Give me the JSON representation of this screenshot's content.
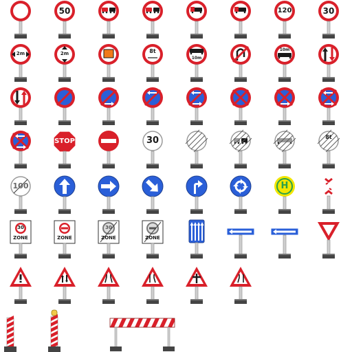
{
  "colors": {
    "red": "#d9202a",
    "blue": "#2a5fd8",
    "white": "#ffffff",
    "black": "#1a1a1a",
    "gray": "#9a9a9a",
    "yellow": "#f2e600",
    "green": "#2aa04a",
    "orange": "#f07a1a"
  },
  "sign_rows": [
    [
      {
        "kind": "no-vehicles-sign"
      },
      {
        "kind": "speed-limit-sign",
        "text": "50"
      },
      {
        "kind": "no-overtaking-sign"
      },
      {
        "kind": "no-overtaking-trucks-sign"
      },
      {
        "kind": "no-trucks-sign"
      },
      {
        "kind": "no-trucks-sign"
      },
      {
        "kind": "speed-limit-sign",
        "text": "120"
      },
      {
        "kind": "speed-limit-sign",
        "text": "30"
      }
    ],
    [
      {
        "kind": "width-limit-sign",
        "text": "2m"
      },
      {
        "kind": "height-limit-sign",
        "text": "2m"
      },
      {
        "kind": "no-dangerous-goods-sign"
      },
      {
        "kind": "weight-limit-sign",
        "text": "8t"
      },
      {
        "kind": "length-limit-sign",
        "text": "10m"
      },
      {
        "kind": "no-u-turn-sign"
      },
      {
        "kind": "length-limit-truck-sign",
        "text": "10m"
      },
      {
        "kind": "priority-oncoming-sign"
      }
    ],
    [
      {
        "kind": "priority-over-oncoming-sign"
      },
      {
        "kind": "no-parking-sign"
      },
      {
        "kind": "no-parking-right-sign"
      },
      {
        "kind": "no-parking-left-sign"
      },
      {
        "kind": "no-parking-both-sign"
      },
      {
        "kind": "no-stopping-sign"
      },
      {
        "kind": "no-stopping-right-sign"
      },
      {
        "kind": "no-stopping-both-sign"
      }
    ],
    [
      {
        "kind": "no-stopping-both-sign"
      },
      {
        "kind": "stop-sign",
        "text": "STOP"
      },
      {
        "kind": "no-entry-sign"
      },
      {
        "kind": "advisory-speed-sign",
        "text": "30"
      },
      {
        "kind": "end-of-restrictions-sign"
      },
      {
        "kind": "end-no-overtaking-trucks-sign"
      },
      {
        "kind": "end-no-overtaking-bus-sign"
      },
      {
        "kind": "end-weight-limit-sign",
        "text": "8t"
      }
    ],
    [
      {
        "kind": "end-speed-limit-sign",
        "text": "100"
      },
      {
        "kind": "ahead-only-sign"
      },
      {
        "kind": "turn-right-sign"
      },
      {
        "kind": "keep-right-sign"
      },
      {
        "kind": "turn-right-ahead-sign"
      },
      {
        "kind": "roundabout-sign"
      },
      {
        "kind": "bus-stop-sign",
        "text": "H"
      },
      {
        "kind": "red-white-marker-sign"
      }
    ],
    [
      {
        "kind": "zone-speed-sign",
        "text": "30",
        "sub": "ZONE"
      },
      {
        "kind": "zone-no-entry-sign",
        "sub": "ZONE"
      },
      {
        "kind": "end-zone-speed-sign",
        "text": "30",
        "sub": "ZONE"
      },
      {
        "kind": "end-zone-no-entry-sign",
        "sub": "ZONE"
      },
      {
        "kind": "lane-arrows-sign"
      },
      {
        "kind": "one-way-sign"
      },
      {
        "kind": "one-way-sign"
      },
      {
        "kind": "give-way-sign"
      }
    ],
    [
      {
        "kind": "warning-sign"
      },
      {
        "kind": "two-way-traffic-sign"
      },
      {
        "kind": "road-narrows-sign"
      },
      {
        "kind": "road-narrows-right-sign"
      },
      {
        "kind": "crossroads-sign"
      },
      {
        "kind": "road-narrows-left-sign"
      }
    ]
  ],
  "barriers": [
    {
      "kind": "barrier-post"
    },
    {
      "kind": "barrier-post-with-light"
    },
    {
      "kind": "barrier-board"
    }
  ]
}
